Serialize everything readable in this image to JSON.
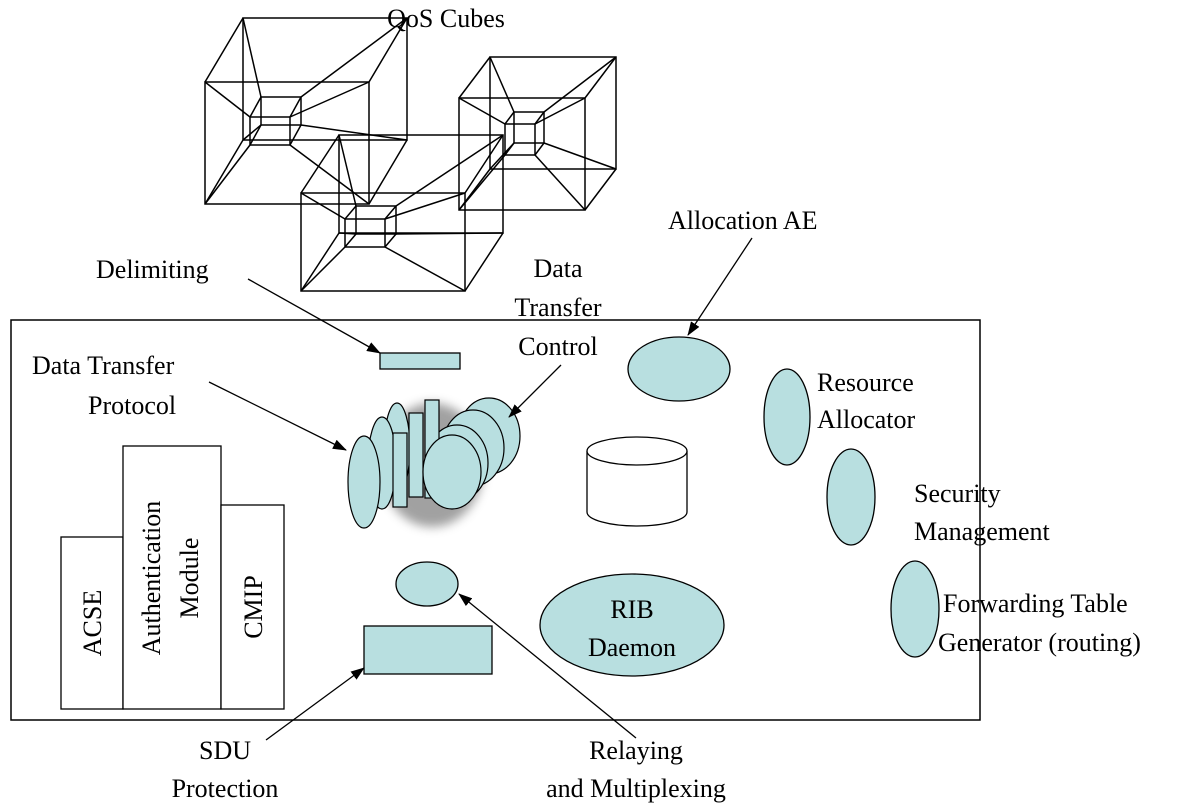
{
  "labels": {
    "qos_cubes": "QoS Cubes",
    "delimiting": "Delimiting",
    "dtc_line1": "Data",
    "dtc_line2": "Transfer",
    "dtc_line3": "Control",
    "allocation_ae": "Allocation AE",
    "dtp_line1": "Data Transfer",
    "dtp_line2": "Protocol",
    "resource_line1": "Resource",
    "resource_line2": "Allocator",
    "security_line1": "Security",
    "security_line2": "Management",
    "forwarding_line1": "Forwarding Table",
    "forwarding_line2": "Generator (routing)",
    "rib_line1": "RIB",
    "rib_line2": "Daemon",
    "acse": "ACSE",
    "auth_line1": "Authentication",
    "auth_line2": "Module",
    "cmip": "CMIP",
    "sdu_line1": "SDU",
    "sdu_line2": "Protection",
    "relay_line1": "Relaying",
    "relay_line2": "and Multiplexing"
  },
  "colors": {
    "component_fill": "#b8dfe0",
    "stroke": "#000000",
    "background": "#ffffff"
  }
}
